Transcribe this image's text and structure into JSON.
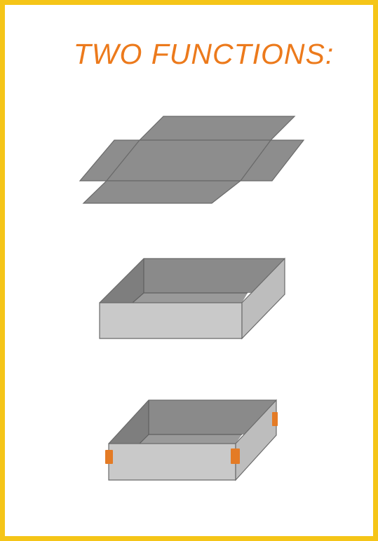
{
  "title": "TWO FUNCTIONS:",
  "colors": {
    "frame": "#f5c518",
    "title": "#ec7a1c",
    "dark_panel": "#8d8d8d",
    "light_panel": "#c9c9c9",
    "edge": "#5f5f5f",
    "tape": "#e47b25"
  },
  "illustrations": [
    {
      "name": "flat-blank",
      "description_icon": "unfolded-box-blank-icon"
    },
    {
      "name": "folded-tray",
      "description_icon": "open-box-tray-icon"
    },
    {
      "name": "taped-tray",
      "description_icon": "taped-box-tray-icon"
    }
  ]
}
